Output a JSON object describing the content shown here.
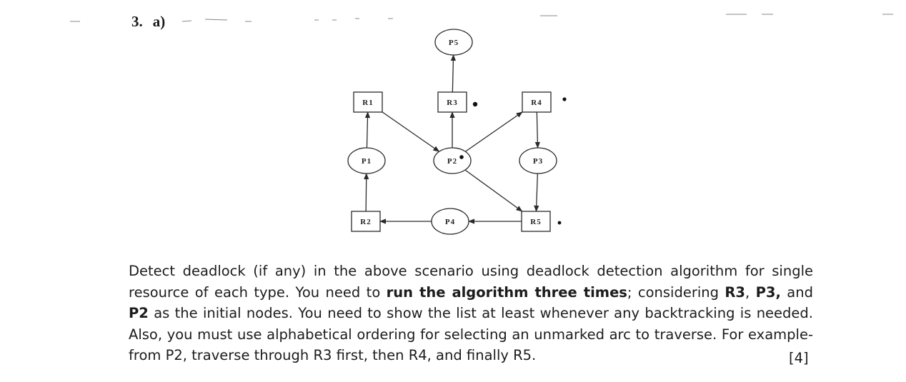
{
  "question": {
    "number": "3.",
    "part": "a)"
  },
  "graph": {
    "nodes": [
      {
        "id": "P5",
        "label": "P5",
        "kind": "process"
      },
      {
        "id": "R1",
        "label": "R1",
        "kind": "resource"
      },
      {
        "id": "R3",
        "label": "R3",
        "kind": "resource"
      },
      {
        "id": "R4",
        "label": "R4",
        "kind": "resource"
      },
      {
        "id": "P1",
        "label": "P1",
        "kind": "process"
      },
      {
        "id": "P2",
        "label": "P2",
        "kind": "process"
      },
      {
        "id": "P3",
        "label": "P3",
        "kind": "process"
      },
      {
        "id": "R2",
        "label": "R2",
        "kind": "resource"
      },
      {
        "id": "P4",
        "label": "P4",
        "kind": "process"
      },
      {
        "id": "R5",
        "label": "R5",
        "kind": "resource"
      }
    ],
    "edges": [
      {
        "from": "R3",
        "to": "P5"
      },
      {
        "from": "P1",
        "to": "R1"
      },
      {
        "from": "R1",
        "to": "P2"
      },
      {
        "from": "P2",
        "to": "R3"
      },
      {
        "from": "P2",
        "to": "R4"
      },
      {
        "from": "R4",
        "to": "P3"
      },
      {
        "from": "P2",
        "to": "R5"
      },
      {
        "from": "P3",
        "to": "R5"
      },
      {
        "from": "R2",
        "to": "P1"
      },
      {
        "from": "P4",
        "to": "R2"
      },
      {
        "from": "R5",
        "to": "P4"
      }
    ]
  },
  "body": {
    "s1": "Detect deadlock (if any) in the above scenario using deadlock detection algorithm for single resource of each type. You need to ",
    "b1": "run the algorithm three times",
    "s2": "; considering ",
    "b2": "R3",
    "s3": ", ",
    "b3": "P3,",
    "s4": " and ",
    "b4": "P2",
    "s5": " as the initial nodes. You need to show the list at least whenever any backtracking is needed. Also, you must use alphabetical ordering for selecting an unmarked arc to traverse. For example- from P2, traverse through R3 first, then R4, and finally R5."
  },
  "marks": "[4]"
}
